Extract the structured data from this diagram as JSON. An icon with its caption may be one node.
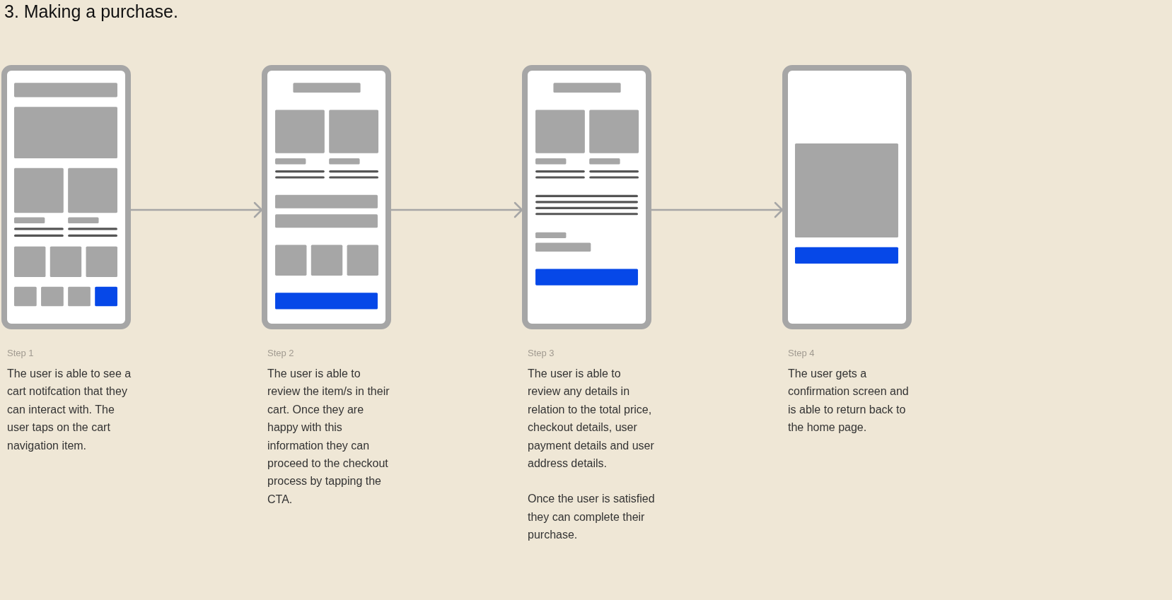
{
  "diagram": {
    "title": "3. Making a purchase.",
    "nodes": [
      {
        "text": [],
        "shape": "picture",
        "beside": [
          "Step 1",
          "The user is able to see a cart notifcation that they can interact with. The user taps on the cart navigation item."
        ]
      },
      {
        "text": [],
        "shape": "picture",
        "beside": [
          "Step 2",
          "The user is able to review the item/s in their cart. Once they are happy with this information they can proceed to the checkout process by tapping the CTA."
        ]
      },
      {
        "text": [],
        "shape": "picture",
        "beside": [
          "Step 3",
          "The user is able to review any details in relation to the total price, checkout details, user payment details and user address details.",
          "Once the user is satisfied they can complete their purchase."
        ]
      },
      {
        "text": [],
        "shape": "picture",
        "beside": [
          "Step 4",
          "The user gets a confirmation screen and is able to return back to the home page."
        ]
      }
    ],
    "edges": [
      {
        "from": 0,
        "to": 1,
        "arrow": "to"
      },
      {
        "from": 1,
        "to": 2,
        "arrow": "to"
      },
      {
        "from": 2,
        "to": 3,
        "arrow": "to"
      }
    ]
  }
}
